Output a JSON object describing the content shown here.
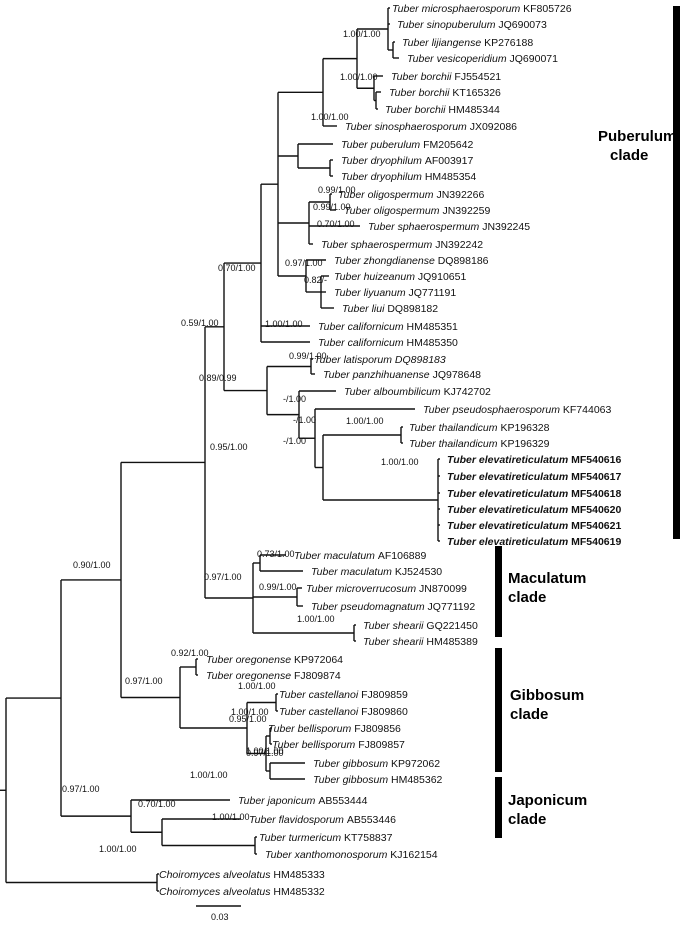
{
  "scale_bar": {
    "label": "0.03"
  },
  "clades": [
    {
      "line1": "Puberulum",
      "line2": "clade"
    },
    {
      "line1": "Maculatum",
      "line2": "clade"
    },
    {
      "line1": "Gibbosum",
      "line2": "clade"
    },
    {
      "line1": "Japonicum",
      "line2": "clade"
    }
  ],
  "tips": [
    {
      "species": "Tuber microsphaerosporum",
      "acc": "KF805726"
    },
    {
      "species": "Tuber sinopuberulum",
      "acc": "JQ690073"
    },
    {
      "species": "Tuber lijiangense",
      "acc": "KP276188"
    },
    {
      "species": "Tuber vesicoperidium",
      "acc": "JQ690071"
    },
    {
      "species": "Tuber borchii",
      "acc": "FJ554521"
    },
    {
      "species": "Tuber borchii",
      "acc": "KT165326"
    },
    {
      "species": "Tuber borchii",
      "acc": "HM485344"
    },
    {
      "species": "Tuber sinosphaerosporum",
      "acc": "JX092086"
    },
    {
      "species": "Tuber puberulum",
      "acc": "FM205642"
    },
    {
      "species": "Tuber dryophilum",
      "acc": "AF003917"
    },
    {
      "species": "Tuber dryophilum",
      "acc": "HM485354"
    },
    {
      "species": "Tuber oligospermum",
      "acc": "JN392266"
    },
    {
      "species": "Tuber oligospermum",
      "acc": "JN392259"
    },
    {
      "species": "Tuber sphaerospermum",
      "acc": "JN392245"
    },
    {
      "species": "Tuber sphaerospermum",
      "acc": "JN392242"
    },
    {
      "species": "Tuber zhongdianense",
      "acc": "DQ898186"
    },
    {
      "species": "Tuber huizeanum",
      "acc": "JQ910651"
    },
    {
      "species": "Tuber liyuanum",
      "acc": "JQ771191"
    },
    {
      "species": "Tuber liui",
      "acc": "DQ898182"
    },
    {
      "species": "Tuber californicum",
      "acc": "HM485351"
    },
    {
      "species": "Tuber californicum",
      "acc": "HM485350"
    },
    {
      "species": "Tuber latisporum",
      "acc": "DQ898183",
      "italic_acc": true
    },
    {
      "species": "Tuber panzhihuanense",
      "acc": "JQ978648"
    },
    {
      "species": "Tuber alboumbilicum",
      "acc": "KJ742702"
    },
    {
      "species": "Tuber pseudosphaerosporum",
      "acc": "KF744063"
    },
    {
      "species": "Tuber thailandicum",
      "acc": "KP196328"
    },
    {
      "species": "Tuber thailandicum",
      "acc": "KP196329"
    },
    {
      "species": "Tuber elevatireticulatum",
      "acc": "MF540616",
      "bold": true
    },
    {
      "species": "Tuber elevatireticulatum",
      "acc": "MF540617",
      "bold": true
    },
    {
      "species": "Tuber elevatireticulatum",
      "acc": "MF540618",
      "bold": true
    },
    {
      "species": "Tuber elevatireticulatum",
      "acc": "MF540620",
      "bold": true
    },
    {
      "species": "Tuber elevatireticulatum",
      "acc": "MF540621",
      "bold": true
    },
    {
      "species": "Tuber elevatireticulatum",
      "acc": "MF540619",
      "bold": true
    },
    {
      "species": "Tuber maculatum",
      "acc": "AF106889"
    },
    {
      "species": "Tuber maculatum",
      "acc": "KJ524530"
    },
    {
      "species": "Tuber microverrucosum",
      "acc": "JN870099"
    },
    {
      "species": "Tuber pseudomagnatum",
      "acc": "JQ771192"
    },
    {
      "species": "Tuber shearii",
      "acc": "GQ221450"
    },
    {
      "species": "Tuber shearii",
      "acc": "HM485389"
    },
    {
      "species": "Tuber oregonense",
      "acc": "KP972064"
    },
    {
      "species": "Tuber oregonense",
      "acc": "FJ809874"
    },
    {
      "species": "Tuber castellanoi",
      "acc": "FJ809859"
    },
    {
      "species": "Tuber castellanoi",
      "acc": "FJ809860"
    },
    {
      "species": "Tuber bellisporum",
      "acc": "FJ809856"
    },
    {
      "species": "Tuber bellisporum",
      "acc": "FJ809857"
    },
    {
      "species": "Tuber gibbosum",
      "acc": "KP972062"
    },
    {
      "species": "Tuber gibbosum",
      "acc": "HM485362"
    },
    {
      "species": "Tuber japonicum",
      "acc": "AB553444"
    },
    {
      "species": "Tuber flavidosporum",
      "acc": "AB553446"
    },
    {
      "species": "Tuber turmericum",
      "acc": "KT758837"
    },
    {
      "species": "Tuber xanthomonosporum",
      "acc": "KJ162154"
    },
    {
      "species": "Choiromyces alveolatus",
      "acc": "HM485333"
    },
    {
      "species": "Choiromyces alveolatus",
      "acc": "HM485332"
    }
  ],
  "supports": [
    "1.00/1.00",
    "1.00/1.00",
    "1.00/1.00",
    "0.99/1.00",
    "0.99/1.00",
    "0.70/1.00",
    "0.97/1.00",
    "0.82/-",
    "0.70/1.00",
    "1.00/1.00",
    "0.59/1.00",
    "0.99/1.00",
    "1.00/1.00",
    "1.00/1.00",
    "-/1.00",
    "-/1.00",
    "-/1.00",
    "0.89/0.99",
    "0.95/1.00",
    "0.73/1.00",
    "0.99/1.00",
    "1.00/1.00",
    "0.97/1.00",
    "0.90/1.00",
    "0.92/1.00",
    "0.97/1.00",
    "1.00/1.00",
    "1.00/1.00",
    "0.95/1.00",
    "0.97/1.00",
    "1.00/1.00",
    "1.00/1.00",
    "0.70/1.00",
    "0.97/1.00",
    "1.00/1.00",
    "1.00/1.00"
  ]
}
